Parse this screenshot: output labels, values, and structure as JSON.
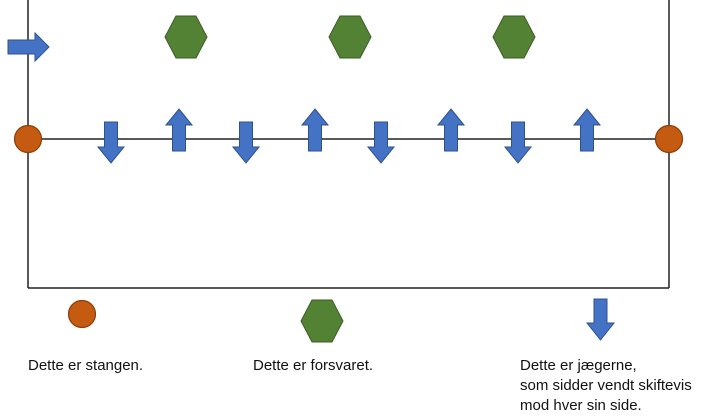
{
  "colors": {
    "pole": "#C55A11",
    "pole_stroke": "#8B3E0C",
    "defender": "#548235",
    "defender_stroke": "#3A5C24",
    "hunter": "#4472C4",
    "hunter_stroke": "#2F528F",
    "line": "#222222"
  },
  "legend": {
    "pole_label": "Dette er stangen.",
    "defender_label": "Dette er forsvaret.",
    "hunter_label": "Dette er jægerne,\nsom sidder vendt skiftevis\nmod hver sin side."
  },
  "icons": {
    "pole": "circle-marker",
    "defender": "hexagon-marker",
    "hunter": "arrow-marker",
    "entry": "arrow-right-marker"
  },
  "field": {
    "defender_count": 3,
    "hunter_directions": [
      "down",
      "up",
      "down",
      "up",
      "down",
      "up",
      "down",
      "up"
    ]
  }
}
